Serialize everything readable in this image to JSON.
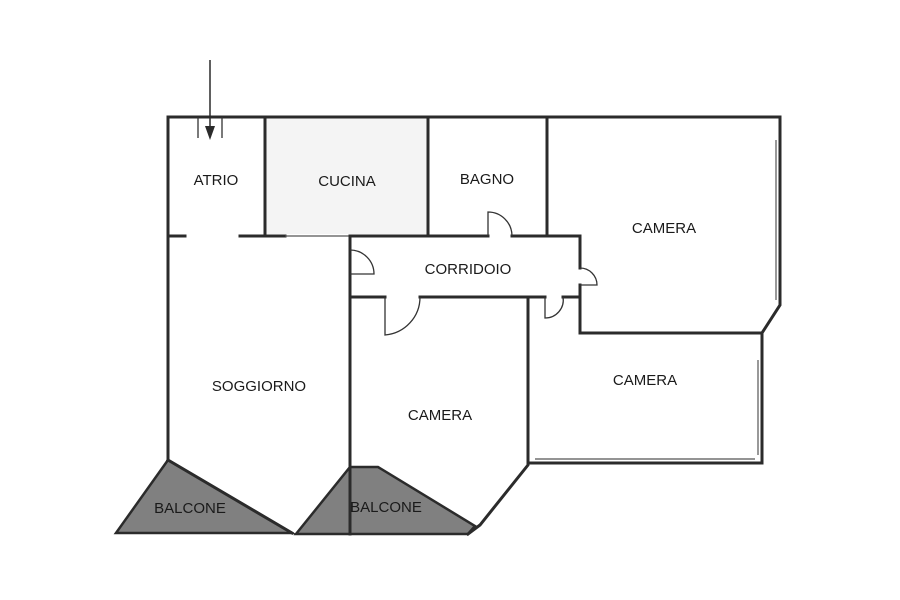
{
  "rooms": {
    "atrio": "ATRIO",
    "cucina": "CUCINA",
    "bagno": "BAGNO",
    "camera_1": "CAMERA",
    "corridoio": "CORRIDOIO",
    "soggiorno": "SOGGIORNO",
    "camera_2": "CAMERA",
    "camera_3": "CAMERA",
    "balcone_1": "BALCONE",
    "balcone_2": "BALCONE"
  },
  "colors": {
    "wall": "#2b2b2b",
    "kitchen_fill": "#f4f4f4",
    "balcony_fill": "#808080",
    "background": "#ffffff"
  },
  "icons": {
    "entrance": "arrow-down-icon"
  }
}
